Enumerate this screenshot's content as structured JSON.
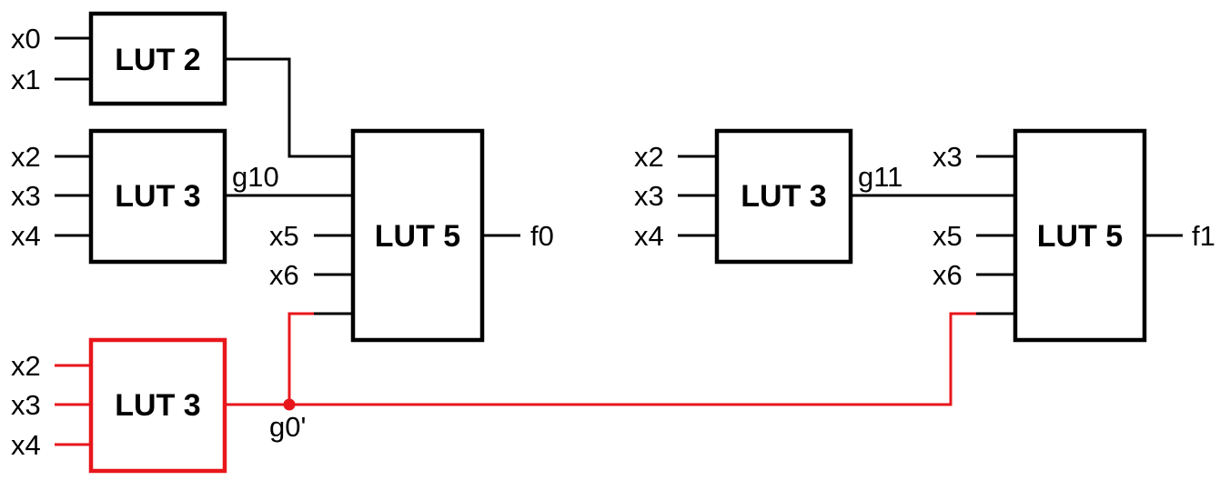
{
  "colors": {
    "line": "#000000",
    "highlight": "#e8161b",
    "background": "#ffffff"
  },
  "blocks": {
    "lut2": "LUT 2",
    "lut3_top": "LUT 3",
    "lut3_red": "LUT 3",
    "lut5_left": "LUT 5",
    "lut3_right": "LUT 3",
    "lut5_right": "LUT 5"
  },
  "inputs": {
    "lut2": [
      "x0",
      "x1"
    ],
    "lut3_top": [
      "x2",
      "x3",
      "x4"
    ],
    "lut3_red": [
      "x2",
      "x3",
      "x4"
    ],
    "lut5_left": [
      "x5",
      "x6"
    ],
    "lut3_right": [
      "x2",
      "x3",
      "x4"
    ],
    "lut5_right": [
      "x3",
      "x5",
      "x6"
    ]
  },
  "signals": {
    "g10": "g10",
    "g11": "g11",
    "g0_prime": "g0'",
    "f0": "f0",
    "f1": "f1"
  }
}
